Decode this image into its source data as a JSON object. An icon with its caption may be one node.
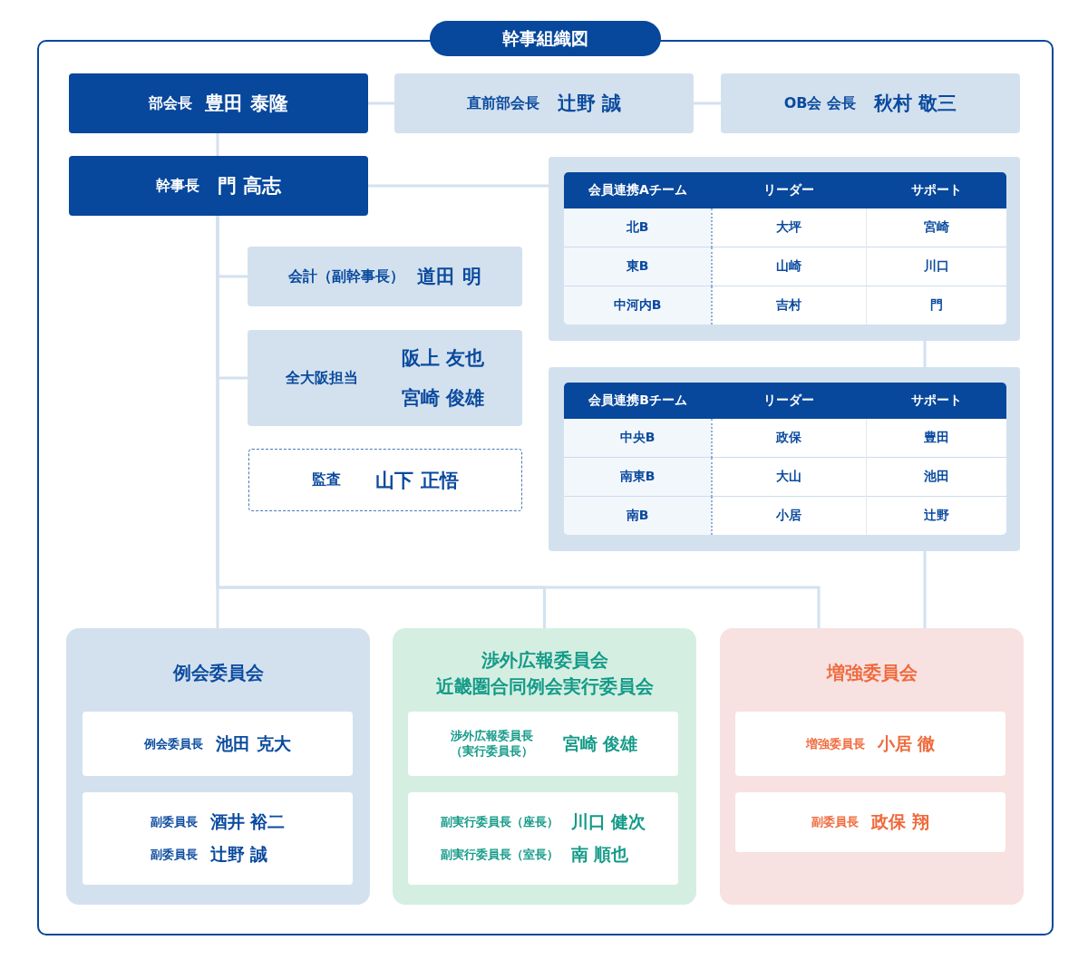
{
  "diagram": {
    "title": "幹事組織図",
    "nodes": [
      {
        "text": [
          "部会長",
          "豊田 泰隆"
        ]
      },
      {
        "text": [
          "直前部会長",
          "辻野 誠"
        ]
      },
      {
        "text": [
          "OB会 会長",
          "秋村 敬三"
        ]
      },
      {
        "text": [
          "幹事長",
          "門 高志"
        ]
      },
      {
        "text": [
          "会計（副幹事長）",
          "道田 明"
        ]
      },
      {
        "text": [
          "全大阪担当",
          "阪上 友也",
          "宮崎 俊雄"
        ]
      },
      {
        "text": [
          "監査",
          "山下 正悟"
        ]
      },
      {
        "text": [
          "会員連携Aチーム",
          "リーダー",
          "サポート",
          "北B",
          "大坪",
          "宮崎",
          "東B",
          "山崎",
          "川口",
          "中河内B",
          "吉村",
          "門"
        ]
      },
      {
        "text": [
          "会員連携Bチーム",
          "リーダー",
          "サポート",
          "中央B",
          "政保",
          "豊田",
          "南東B",
          "大山",
          "池田",
          "南B",
          "小居",
          "辻野"
        ]
      },
      {
        "text": [
          "例会委員会"
        ]
      },
      {
        "text": [
          "例会委員長",
          "池田 克大"
        ],
        "in": 9
      },
      {
        "text": [
          "副委員長",
          "酒井 裕二",
          "副委員長",
          "辻野 誠"
        ],
        "in": 9
      },
      {
        "text": [
          "渉外広報委員会",
          "近畿圏合同例会実行委員会"
        ]
      },
      {
        "text": [
          "渉外広報委員長（実行委員長）",
          "宮崎 俊雄"
        ],
        "in": 12
      },
      {
        "text": [
          "副実行委員長（座長）",
          "川口 健次",
          "副実行委員長（室長）",
          "南 順也"
        ],
        "in": 12
      },
      {
        "text": [
          "増強委員会"
        ]
      },
      {
        "text": [
          "増強委員長",
          "小居 徹"
        ],
        "in": 15
      },
      {
        "text": [
          "副委員長",
          "政保 翔"
        ],
        "in": 15
      }
    ],
    "edges": [
      {
        "from": 0,
        "to": 1,
        "arrow": "none"
      },
      {
        "from": 1,
        "to": 2,
        "arrow": "none"
      },
      {
        "from": 0,
        "to": 3,
        "arrow": "none"
      },
      {
        "from": 3,
        "to": 7,
        "arrow": "none"
      },
      {
        "from": 3,
        "to": 4,
        "arrow": "none"
      },
      {
        "from": 3,
        "to": 5,
        "arrow": "none"
      },
      {
        "from": 3,
        "to": 9,
        "arrow": "none"
      },
      {
        "from": 3,
        "to": 12,
        "arrow": "none"
      },
      {
        "from": 3,
        "to": 15,
        "arrow": "none"
      },
      {
        "from": 7,
        "to": 8,
        "arrow": "none"
      },
      {
        "from": 8,
        "to": 15,
        "arrow": "none"
      }
    ]
  }
}
